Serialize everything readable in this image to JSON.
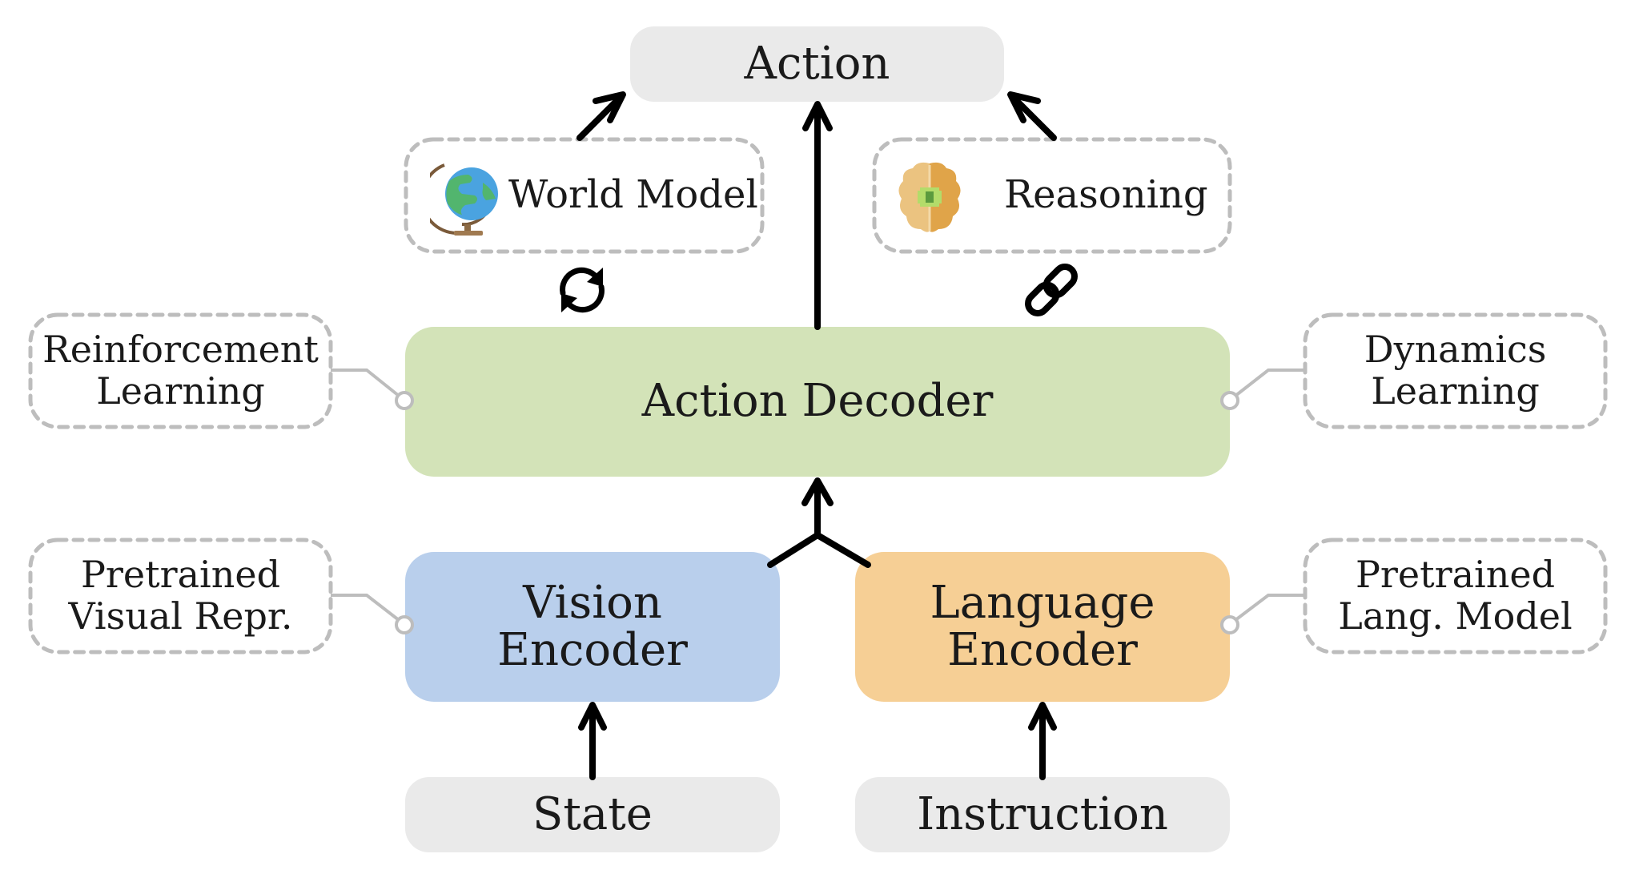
{
  "diagram": {
    "output": {
      "label": "Action"
    },
    "world_model": {
      "label": "World Model",
      "icon": "globe-icon",
      "relation_icon": "refresh-cycle-icon"
    },
    "reasoning": {
      "label": "Reasoning",
      "icon": "brain-chip-icon",
      "relation_icon": "link-chain-icon"
    },
    "action_decoder": {
      "label": "Action Decoder"
    },
    "vision_encoder": {
      "label": "Vision\nEncoder"
    },
    "language_encoder": {
      "label": "Language\nEncoder"
    },
    "inputs": {
      "state": {
        "label": "State"
      },
      "instruction": {
        "label": "Instruction"
      }
    },
    "annotations": {
      "reinforcement_learning": {
        "label": "Reinforcement\nLearning"
      },
      "dynamics_learning": {
        "label": "Dynamics\nLearning"
      },
      "pretrained_visual": {
        "label": "Pretrained\nVisual Repr."
      },
      "pretrained_language": {
        "label": "Pretrained\nLang. Model"
      }
    },
    "colors": {
      "input_output_fill": "#eaeaea",
      "action_decoder_fill": "#d3e3b8",
      "vision_encoder_fill": "#b9cfec",
      "language_encoder_fill": "#f6cf95",
      "dashed_border": "#bdbdbd",
      "connector": "#bdbdbd",
      "arrow": "#000000"
    }
  }
}
